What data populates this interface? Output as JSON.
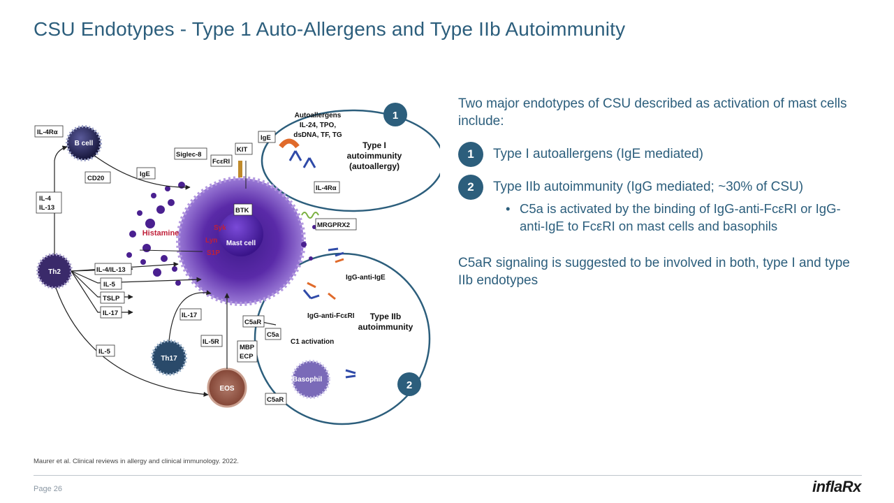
{
  "title": "CSU Endotypes - Type 1 Auto-Allergens and Type IIb Autoimmunity",
  "diagram": {
    "badge1": "1",
    "badge2": "2",
    "autoallergens_title": "Autoallergens",
    "autoallergens_line1": "IL-24, TPO,",
    "autoallergens_line2": "dsDNA, TF, TG",
    "type1_line1": "Type I",
    "type1_line2": "autoimmunity",
    "type1_line3": "(autoallergy)",
    "type2_line1": "Type IIb",
    "type2_line2": "autoimmunity",
    "b_cell": "B cell",
    "mast_cell": "Mast cell",
    "th2": "Th2",
    "th17": "Th17",
    "eos": "EOS",
    "basophil": "Basophil",
    "histamine": "Histamine",
    "syk": "Syk",
    "lyn": "Lyn",
    "s1p": "S1P",
    "btk": "BTK",
    "kit": "KIT",
    "ige_top": "IgE",
    "ige_left": "IgE",
    "il4ra_left": "IL-4Rα",
    "il4ra_right": "IL-4Rα",
    "cd20": "CD20",
    "siglec8": "Siglec-8",
    "fceri": "FcεRI",
    "mrgprx2": "MRGPRX2",
    "igg_anti_ige": "IgG-anti-IgE",
    "igg_anti_fceri": "IgG-anti-FcεRI",
    "c5ar_top": "C5aR",
    "c5ar_bottom": "C5aR",
    "c5a": "C5a",
    "c1_activation": "C1 activation",
    "il4_il13_left_1": "IL-4",
    "il4_il13_left_2": "IL-13",
    "il4_il13": "IL-4/IL-13",
    "il5_a": "IL-5",
    "tslp": "TSLP",
    "il17_a": "IL-17",
    "il17_b": "IL-17",
    "il5r": "IL-5R",
    "il5_b": "IL-5",
    "mbp": "MBP",
    "ecp": "ECP"
  },
  "right": {
    "intro": "Two major endotypes of CSU described as activation of mast cells include:",
    "item1_num": "1",
    "item1": "Type I autoallergens (IgE mediated)",
    "item2_num": "2",
    "item2": "Type IIb autoimmunity (IgG mediated; ~30% of CSU)",
    "bullet_symbol": "•",
    "sub1": "C5a is activated by the binding of IgG-anti-FcεRI  or IgG-anti-IgE  to FcεRI on mast cells and basophils",
    "closing": "C5aR signaling is suggested to be involved in both, type I and type IIb endotypes"
  },
  "reference": "Maurer et al. Clinical reviews in allergy and clinical immunology. 2022.",
  "page_label": "Page 26",
  "logo": {
    "part1": "infla",
    "part2": "Rx"
  },
  "colors": {
    "accent": "#2c5e7c",
    "mast_cell": "#5a2aa8",
    "histamine": "#c0203a"
  }
}
